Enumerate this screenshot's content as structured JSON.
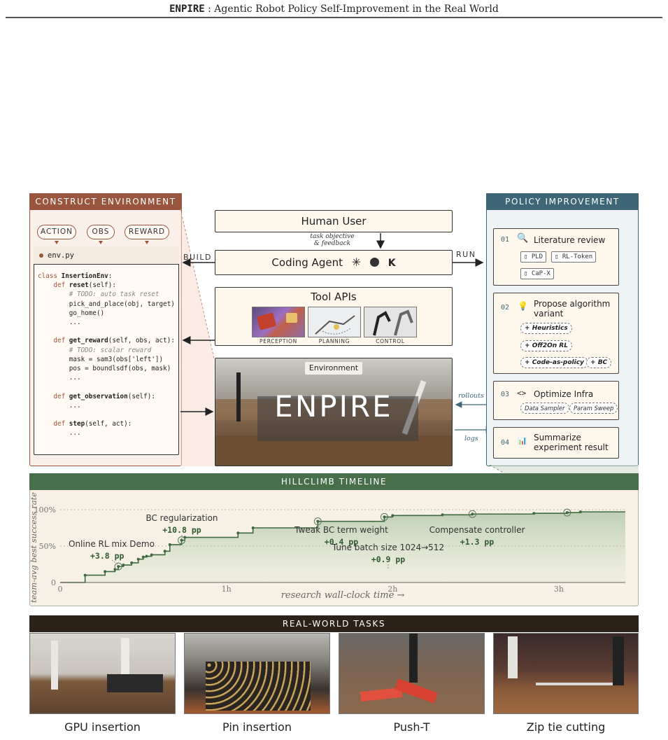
{
  "header": {
    "name": "ENPIRE",
    "rest": " : Agentic Robot Policy Self-Improvement in the Real World"
  },
  "construct": {
    "title": "CONSTRUCT ENVIRONMENT",
    "pills": [
      "ACTION",
      "OBS",
      "REWARD"
    ],
    "filename": "env.py",
    "code": [
      {
        "t": "class",
        "k": "kw",
        "r": " InsertionEnv:",
        "b": true,
        "ind": 0
      },
      {
        "t": "def",
        "k": "kw",
        "r": " reset(self):",
        "b": true,
        "ind": 1
      },
      {
        "t": "# TODO: auto task reset",
        "k": "cm",
        "r": "",
        "ind": 2
      },
      {
        "t": "",
        "k": "",
        "r": "pick_and_place(obj, target)",
        "ind": 2
      },
      {
        "t": "",
        "k": "",
        "r": "go_home()",
        "ind": 2
      },
      {
        "t": "",
        "k": "",
        "r": "...",
        "ind": 2
      },
      {
        "t": "",
        "k": "",
        "r": "",
        "ind": 0
      },
      {
        "t": "def",
        "k": "kw",
        "r": " get_reward(self, obs, act):",
        "b": true,
        "ind": 1
      },
      {
        "t": "# TODO: scalar reward",
        "k": "cm",
        "r": "",
        "ind": 2
      },
      {
        "t": "",
        "k": "",
        "r": "mask = sam3(obs['left'])",
        "ind": 2
      },
      {
        "t": "",
        "k": "",
        "r": "pos = boundlsdf(obs, mask)",
        "ind": 2
      },
      {
        "t": "",
        "k": "",
        "r": "...",
        "ind": 2
      },
      {
        "t": "",
        "k": "",
        "r": "",
        "ind": 0
      },
      {
        "t": "def",
        "k": "kw",
        "r": " get_observation(self):",
        "b": true,
        "ind": 1
      },
      {
        "t": "",
        "k": "",
        "r": "...",
        "ind": 2
      },
      {
        "t": "",
        "k": "",
        "r": "",
        "ind": 0
      },
      {
        "t": "def",
        "k": "kw",
        "r": " step(self, act):",
        "b": true,
        "ind": 1
      },
      {
        "t": "",
        "k": "",
        "r": "...",
        "ind": 2
      }
    ]
  },
  "center": {
    "human": "Human User",
    "feedback1": "task objective",
    "feedback2": "& feedback",
    "agent": "Coding Agent",
    "agent_icons": [
      "openai-icon",
      "claude-icon",
      "kimi-icon"
    ],
    "agent_k": "K",
    "tools": "Tool APIs",
    "tool_labels": [
      "PERCEPTION",
      "PLANNING",
      "CONTROL"
    ],
    "env_label": "Environment",
    "brand": "ENPIRE",
    "build": "BUILD",
    "run": "RUN",
    "rollouts": "rollouts",
    "logs": "logs"
  },
  "policy": {
    "title": "POLICY IMPROVEMENT",
    "steps": [
      {
        "num": "01",
        "title": "Literature review",
        "tags": [
          "PLD",
          "RL-Token",
          "CaP-X"
        ]
      },
      {
        "num": "02",
        "title1": "Propose algorithm",
        "title2": "variant",
        "tags": [
          "Heuristics",
          "Off2On RL",
          "Code-as-policy",
          "BC"
        ]
      },
      {
        "num": "03",
        "title": "Optimize Infra",
        "tags": [
          "Data Sampler",
          "Param Sweep"
        ]
      },
      {
        "num": "04",
        "title1": "Summarize",
        "title2": "experiment result"
      }
    ]
  },
  "timeline": {
    "title": "HILLCLIMB TIMELINE",
    "ylabel": "team-avg best success rate",
    "xlabel": "research wall-clock time",
    "yticks": [
      "100%",
      "50%",
      "0"
    ],
    "xticks": [
      "0",
      "1h",
      "2h",
      "3h"
    ],
    "annotations": [
      {
        "label": "Online RL mix Demo",
        "delta": "+3.8 pp"
      },
      {
        "label": "BC regularization",
        "delta": "+10.8 pp"
      },
      {
        "label": "Tweak BC term weight",
        "delta": "+0.4 pp"
      },
      {
        "label": "Tune batch size 1024→512",
        "delta": "+0.9 pp"
      },
      {
        "label": "Compensate controller",
        "delta": "+1.3 pp"
      }
    ]
  },
  "chart_data": {
    "type": "line",
    "xlabel": "research wall-clock time",
    "ylabel": "team-avg best success rate",
    "xlim_hours": [
      0,
      3.4
    ],
    "ylim_percent": [
      0,
      100
    ],
    "x_hours": [
      0,
      0.15,
      0.27,
      0.33,
      0.35,
      0.38,
      0.43,
      0.47,
      0.5,
      0.52,
      0.55,
      0.63,
      0.66,
      0.73,
      0.75,
      1.07,
      1.16,
      1.55,
      1.95,
      2.0,
      2.3,
      2.48,
      2.85,
      3.05,
      3.13,
      3.4
    ],
    "y_percent": [
      0,
      10,
      15,
      18,
      22,
      24,
      27,
      32,
      35,
      36,
      38,
      43,
      52,
      58,
      62,
      68,
      75,
      84,
      90,
      92,
      93,
      94,
      95,
      96,
      97,
      97
    ]
  },
  "tasks": {
    "title": "REAL-WORLD TASKS",
    "names": [
      "GPU insertion",
      "Pin insertion",
      "Push-T",
      "Zip tie cutting"
    ]
  }
}
